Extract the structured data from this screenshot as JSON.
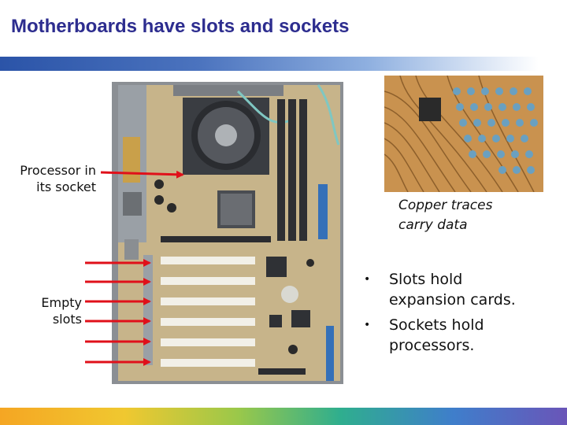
{
  "slide": {
    "title": "Motherboards have slots and sockets"
  },
  "labels": {
    "processor_line1": "Processor in",
    "processor_line2": "its socket",
    "slots_line1": "Empty",
    "slots_line2": "slots",
    "traces_line1": "Copper traces",
    "traces_line2": "carry data"
  },
  "bullets": [
    {
      "line1": "Slots hold",
      "line2": "expansion cards."
    },
    {
      "line1": "Sockets hold",
      "line2": "processors."
    }
  ],
  "colors": {
    "title": "#2d2d8f",
    "arrow": "#e0101a",
    "board": "#c7b48a",
    "copper": "#c9924f"
  },
  "icons": {
    "bullet": "bullet-dot-icon",
    "arrow": "red-arrow-icon"
  }
}
